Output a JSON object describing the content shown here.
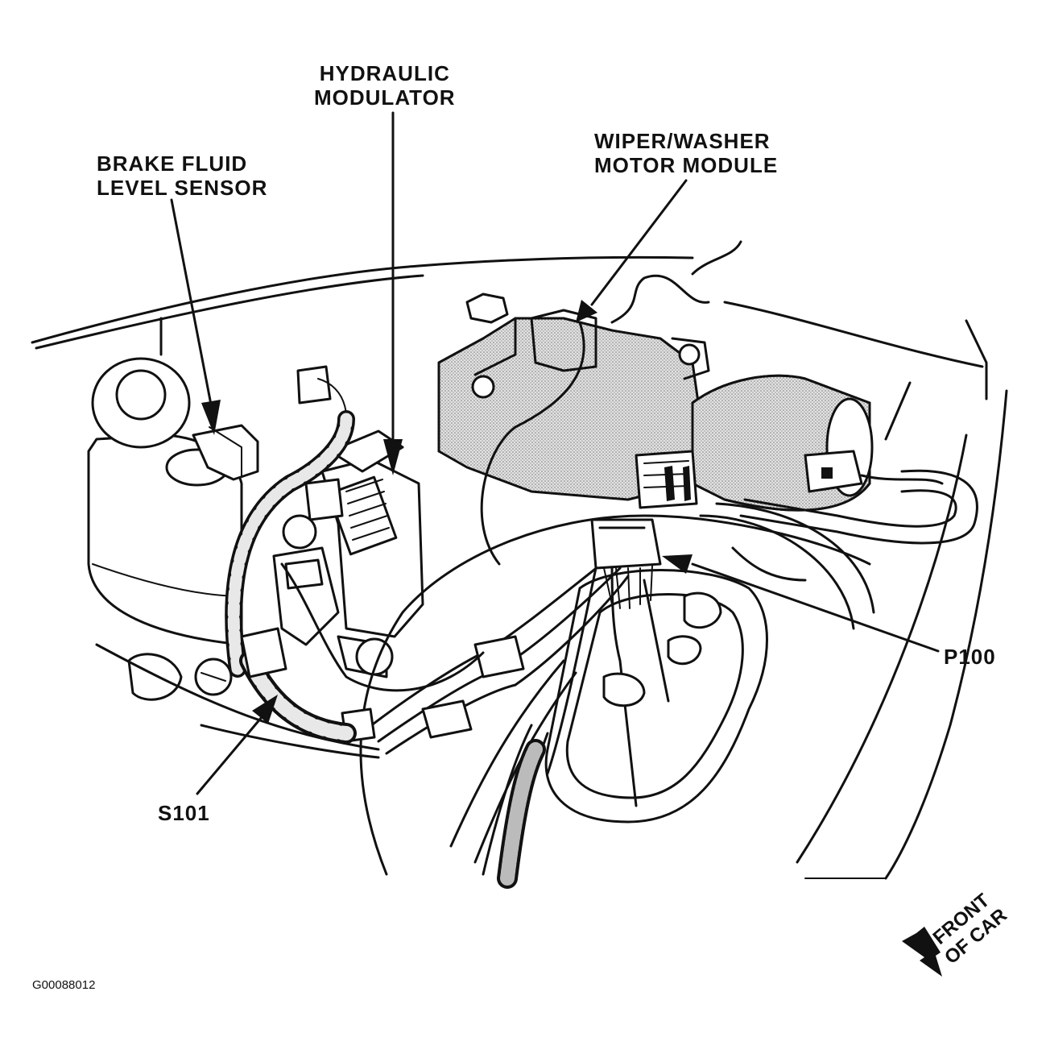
{
  "callouts": {
    "hydraulic_modulator": {
      "line1": "HYDRAULIC",
      "line2": "MODULATOR"
    },
    "wiper_washer": {
      "line1": "WIPER/WASHER",
      "line2": "MOTOR MODULE"
    },
    "brake_fluid": {
      "line1": "BRAKE FLUID",
      "line2": "LEVEL SENSOR"
    },
    "p100": "P100",
    "s101": "S101"
  },
  "front_of_car": {
    "line1": "FRONT",
    "line2": "OF CAR"
  },
  "figure_id": "G00088012"
}
